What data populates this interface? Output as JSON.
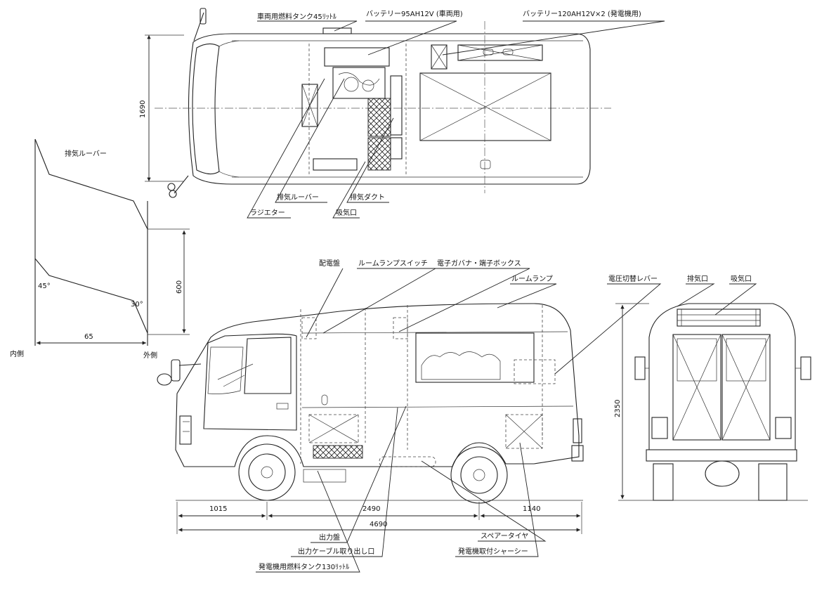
{
  "top_view": {
    "labels": {
      "fuel_tank_vehicle": "車両用燃料タンク45ﾘｯﾄﾙ",
      "battery_vehicle": "バッテリー95AH12V (車両用)",
      "battery_generator": "バッテリー120AH12V×2 (発電機用)",
      "exhaust_louver": "排気ルーバー",
      "exhaust_duct": "排気ダクト",
      "radiator": "ラジエター",
      "intake": "吸気口"
    },
    "dim_width": "1690"
  },
  "louver_detail": {
    "title": "排気ルーバー",
    "angle_top": "45°",
    "angle_bottom": "30°",
    "dim_depth": "65",
    "dim_height": "600",
    "inside": "内側",
    "outside": "外側"
  },
  "side_view": {
    "labels": {
      "distribution_board": "配電盤",
      "room_lamp_switch": "ルームランプスイッチ",
      "governor_box": "電子ガバナ・端子ボックス",
      "room_lamp": "ルームランプ",
      "voltage_lever": "電圧切替レバー",
      "output_panel": "出力盤",
      "cable_outlet": "出力ケーブル取り出し口",
      "gen_fuel_tank": "発電機用燃料タンク130ﾘｯﾄﾙ",
      "spare_tire": "スペアータイヤ",
      "gen_chassis": "発電機取付シャーシー"
    },
    "dims": {
      "front_overhang": "1015",
      "wheelbase": "2490",
      "rear_overhang": "1140",
      "overall_length": "4690"
    }
  },
  "rear_view": {
    "labels": {
      "exhaust_port": "排気口",
      "intake_port": "吸気口"
    },
    "dim_height": "2350"
  }
}
